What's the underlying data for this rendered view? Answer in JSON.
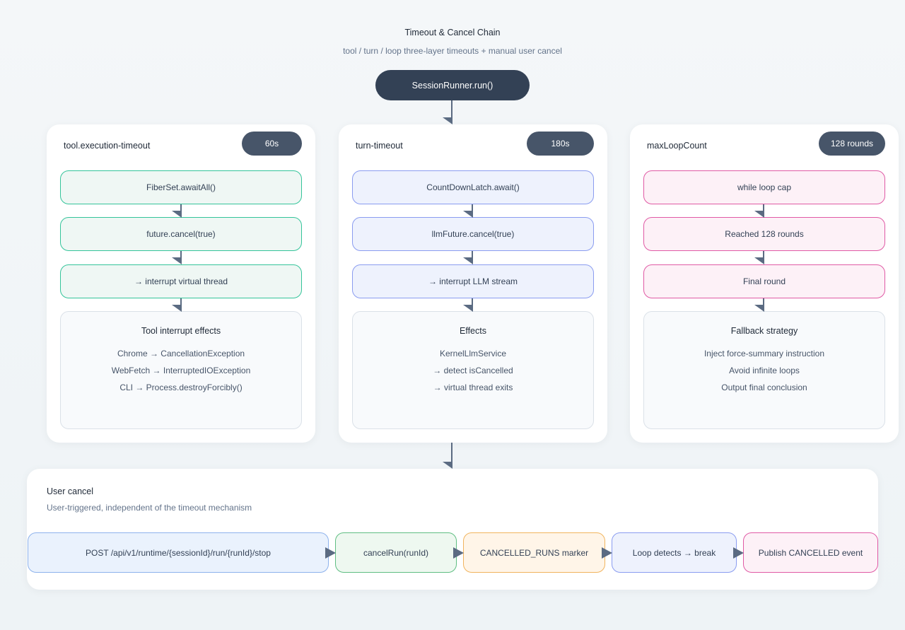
{
  "diagram": {
    "title": "Timeout & Cancel Chain",
    "subtitle": "tool / turn / loop three-layer timeouts + manual user cancel",
    "root_label": "SessionRunner.run()"
  },
  "panels": [
    {
      "title": "tool.execution-timeout",
      "badge": "60s",
      "steps": [
        "FiberSet.awaitAll()",
        "future.cancel(true)",
        "→ interrupt virtual thread"
      ],
      "info_title": "Tool interrupt effects",
      "info_lines": [
        "Chrome → CancellationException",
        "WebFetch → InterruptedIOException",
        "CLI → Process.destroyForcibly()"
      ]
    },
    {
      "title": "turn-timeout",
      "badge": "180s",
      "steps": [
        "CountDownLatch.await()",
        "llmFuture.cancel(true)",
        "→ interrupt LLM stream"
      ],
      "info_title": "Effects",
      "info_lines": [
        "KernelLlmService",
        "→ detect isCancelled",
        "→ virtual thread exits"
      ]
    },
    {
      "title": "maxLoopCount",
      "badge": "128 rounds",
      "steps": [
        "while loop cap",
        "Reached 128 rounds",
        "Final round"
      ],
      "info_title": "Fallback strategy",
      "info_lines": [
        "Inject force-summary instruction",
        "Avoid infinite loops",
        "Output final conclusion"
      ]
    }
  ],
  "user_cancel": {
    "title": "User cancel",
    "subtitle": "User-triggered, independent of the timeout mechanism",
    "flow": [
      "POST /api/v1/runtime/{sessionId}/run/{runId}/stop",
      "cancelRun(runId)",
      "CANCELLED_RUNS marker",
      "Loop detects → break",
      "Publish CANCELLED event"
    ]
  },
  "colors": {
    "root_node": "#334155",
    "badge": "#475569",
    "tool_step_border": "#34c49a",
    "turn_step_border": "#8a9cf0",
    "loop_step_border": "#e05aa5",
    "connector": "#5b6b82"
  }
}
